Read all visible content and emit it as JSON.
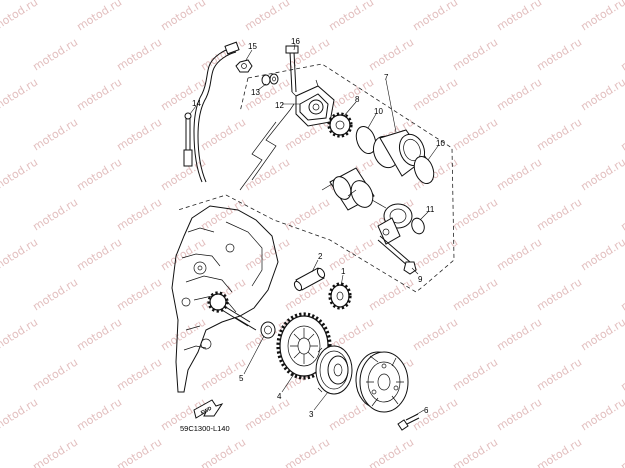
{
  "watermark": "motod.ru",
  "diagram_code": "59C1300-L140",
  "fwd_label": "FWD",
  "callouts": {
    "c1": "1",
    "c2": "2",
    "c3": "3",
    "c4": "4",
    "c5": "5",
    "c6": "6",
    "c7": "7",
    "c8": "8",
    "c9": "9",
    "c10a": "10",
    "c10b": "10",
    "c11": "11",
    "c12": "12",
    "c13": "13",
    "c14": "14",
    "c15": "15",
    "c16": "16"
  }
}
